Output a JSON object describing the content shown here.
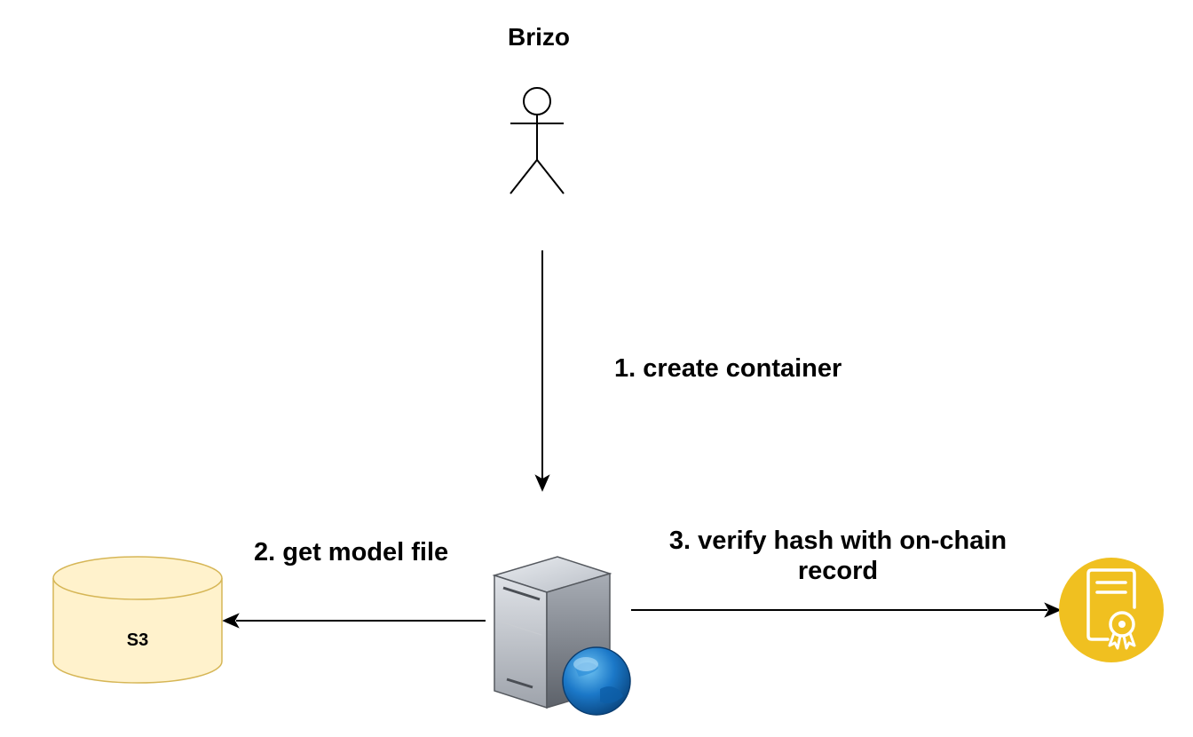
{
  "actor": {
    "name": "Brizo",
    "icon": "person-icon"
  },
  "storage": {
    "label": "S3",
    "icon": "database-cylinder-icon",
    "fill_color": "#fff2cc",
    "stroke_color": "#d6b656"
  },
  "server": {
    "icon": "web-server-icon"
  },
  "certificate": {
    "icon": "certificate-icon",
    "color": "#f0c020"
  },
  "edges": {
    "create_container": "1. create container",
    "get_model_file": "2. get model file",
    "verify_hash": "3. verify hash with on-chain record"
  }
}
